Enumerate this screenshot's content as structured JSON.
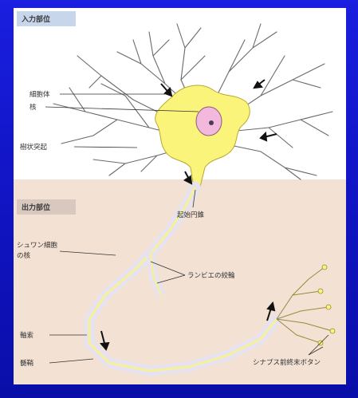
{
  "sections": {
    "input": "入力部位",
    "output": "出力部位"
  },
  "labels": {
    "cell_body": "細胞体",
    "nucleus": "核",
    "dendrite": "樹状突起",
    "axon_hillock": "起始円錐",
    "schwann_nucleus_line1": "シュワン細胞",
    "schwann_nucleus_line2": "の核",
    "node_of_ranvier": "ランビエの絞輪",
    "axon": "軸索",
    "myelin_sheath": "髄鞘",
    "presynaptic_terminal": "シナプス前終末ボタン"
  },
  "colors": {
    "background": "#1216c8",
    "cell_body": "#fbf47a",
    "nucleus": "#f3b9dc",
    "myelin": "#e7e2f0",
    "axon_core": "#f6f09a",
    "output_panel": "#f3e1d3"
  }
}
